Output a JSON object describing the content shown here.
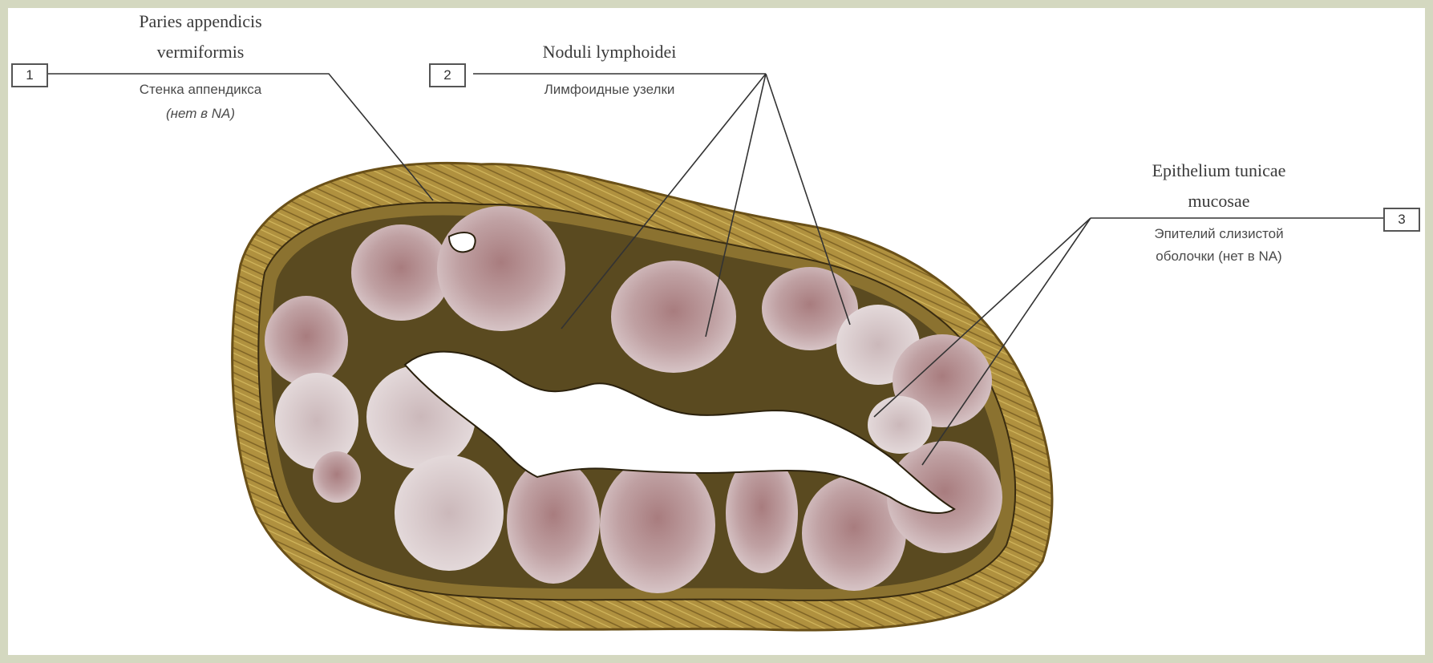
{
  "callouts": [
    {
      "number": "1",
      "latin_line1": "Paries appendicis",
      "latin_line2": "vermiformis",
      "russian_line1": "Стенка аппендикса",
      "russian_line2": "(нет в NA)"
    },
    {
      "number": "2",
      "latin_line1": "Noduli lymphoidei",
      "russian_line1": "Лимфоидные узелки"
    },
    {
      "number": "3",
      "latin_line1": "Epithelium tunicae",
      "latin_line2": "mucosae",
      "russian_line1": "Эпителий слизистой",
      "russian_line2": "оболочки (нет в NA)"
    }
  ],
  "colors": {
    "frame_border": "#d4d8c0",
    "wall": "#a8883a",
    "nodule": "#b08c8c",
    "nodule_light": "#d8c8c8",
    "lumen": "#ffffff"
  }
}
